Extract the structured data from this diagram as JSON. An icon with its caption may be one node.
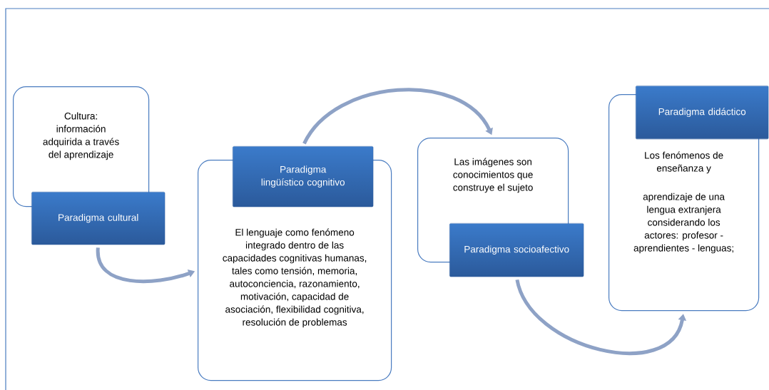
{
  "diagram": {
    "nodes": [
      {
        "text": [
          "Cultura: información adquirida a través del aprendizaje"
        ]
      },
      {
        "text": [
          "Paradigma cultural"
        ]
      },
      {
        "text": [
          "El lenguaje como fenómeno integrado dentro de las capacidades cognitivas humanas, tales como tensión, memoria, autoconciencia, razonamiento, motivación, capacidad de asociación, flexibilidad cognitiva, resolución de problemas"
        ]
      },
      {
        "text": [
          "Paradigma lingüístico cognitivo"
        ]
      },
      {
        "text": [
          "Las imágenes son conocimientos que construye el sujeto"
        ]
      },
      {
        "text": [
          "Paradigma socioafectivo"
        ]
      },
      {
        "text": [
          "Los fenómenos de enseñanza y",
          "aprendizaje de una lengua extranjera considerando los actores: profesor - aprendientes - lenguas;"
        ]
      },
      {
        "text": [
          "Paradigma didáctico"
        ]
      }
    ],
    "edges": [
      {
        "from": 1,
        "to": 2,
        "arrow": "to"
      },
      {
        "from": 3,
        "to": 4,
        "arrow": "to"
      },
      {
        "from": 5,
        "to": 6,
        "arrow": "to"
      }
    ]
  }
}
